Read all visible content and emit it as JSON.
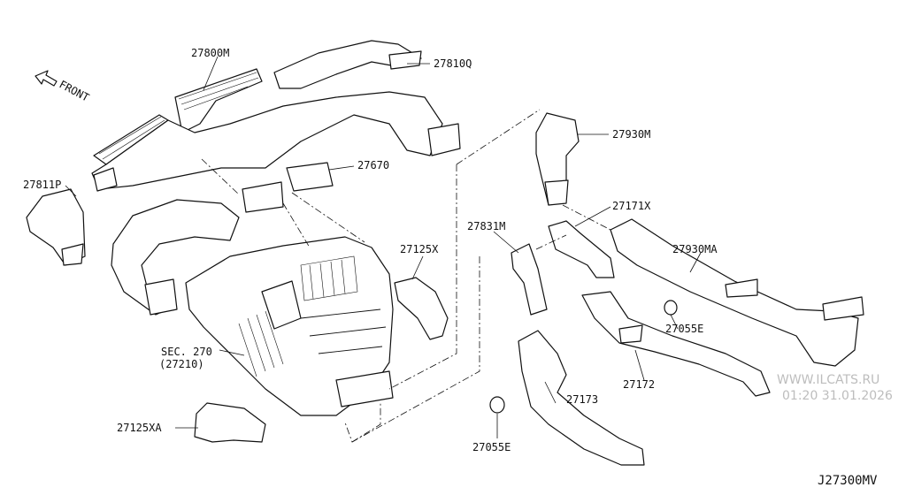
{
  "front_label": "FRONT",
  "labels": {
    "p27800M": "27800M",
    "p27810Q": "27810Q",
    "p27930M": "27930M",
    "p27670": "27670",
    "p27811P": "27811P",
    "p27171X": "27171X",
    "p27831M": "27831M",
    "p27125X": "27125X",
    "p27930MA": "27930MA",
    "sec270": "SEC. 270",
    "sec270_sub": "(27210)",
    "p27055E_right": "27055E",
    "p27172": "27172",
    "p27173": "27173",
    "p27125XA": "27125XA",
    "p27055E_bottom": "27055E"
  },
  "watermark": {
    "site": "WWW.ILCATS.RU",
    "timestamp": "01:20 31.01.2026"
  },
  "diagram_code": "J27300MV"
}
